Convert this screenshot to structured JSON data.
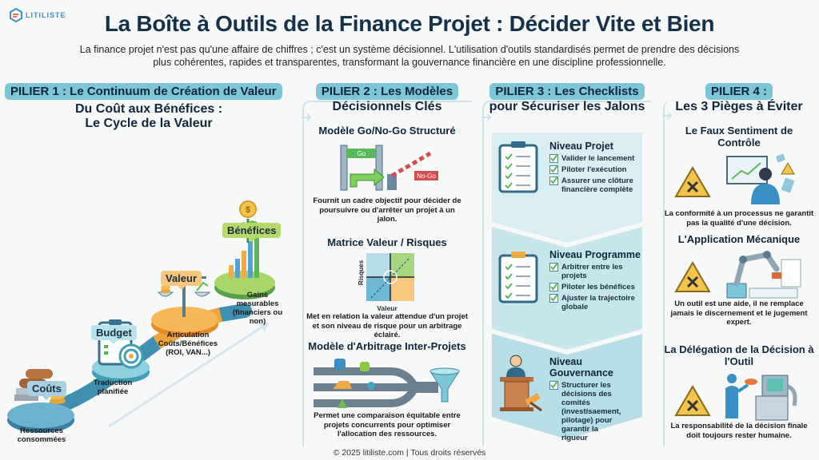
{
  "brand": {
    "logo_text": "LITILISTE",
    "logo_icon": "hexagon-logo-icon"
  },
  "header": {
    "title": "La Boîte à Outils de la Finance Projet : Décider Vite et Bien",
    "subtitle_line1": "La finance projet n'est pas qu'une affaire de chiffres ; c'est un système décisionnel. L'utilisation d'outils standardisés permet de prendre des décisions",
    "subtitle_line2": "plus cohérentes, rapides et transparentes, transformant la gouvernance financière en une discipline professionnelle."
  },
  "colors": {
    "badge": "#7cc6d7",
    "title": "#15324a",
    "frame": "#cde3ec",
    "couts": "#a9cfe0",
    "budget": "#b6e3ec",
    "valeur": "#f7c77d",
    "benefices": "#b5d96b",
    "check_green": "#5bb85a",
    "warning_yellow": "#f3c44b"
  },
  "pillar1": {
    "badge": "PILIER 1 : Le Continuum de Création de Valeur",
    "heading_line1": "Du Coût aux Bénéfices :",
    "heading_line2": "Le Cycle de la Valeur",
    "steps": [
      {
        "bubble": "Coûts",
        "label": "Ressources consommées",
        "icon": "logs-coins-icon"
      },
      {
        "bubble": "Budget",
        "label": "Traduction planifiée",
        "icon": "clipboard-target-icon"
      },
      {
        "bubble": "Valeur",
        "label": "Articulation Coûts/Bénéfices (ROI, VAN...)",
        "icon": "balance-scale-icon"
      },
      {
        "bubble": "Bénéfices",
        "label": "Gains mesurables (financiers ou non)",
        "icon": "money-plant-chart-icon"
      }
    ]
  },
  "pillar2": {
    "badge": "PILIER 2 : Les Modèles",
    "heading": "Décisionnels Clés",
    "models": [
      {
        "title": "Modèle Go/No-Go Structuré",
        "go_label": "Go",
        "nogo_label": "No-Go",
        "description": "Fournit un cadre objectif pour décider de poursuivre ou d'arrêter un projet à un jalon."
      },
      {
        "title": "Matrice Valeur / Risques",
        "y_axis": "Risques",
        "x_axis": "Valeur",
        "description": "Met en relation la valeur attendue d'un projet et son niveau de risque pour un arbitrage éclairé."
      },
      {
        "title": "Modèle d'Arbitrage Inter-Projets",
        "description": "Permet une comparaison équitable entre projets concurrents pour optimiser l'allocation des ressources."
      }
    ]
  },
  "pillar3": {
    "badge": "PILIER 3 : Les Checklists",
    "heading": "pour Sécuriser les Jalons",
    "levels": [
      {
        "title": "Niveau Projet",
        "items": [
          "Valider le lancement",
          "Piloter l'exécution",
          "Assurer une clôture financière complète"
        ]
      },
      {
        "title": "Niveau Programme",
        "items": [
          "Arbitrer entre les projets",
          "Piloter les bénéfices",
          "Ajuster la trajectoire globale"
        ]
      },
      {
        "title": "Niveau Gouvernance",
        "items": [
          "Structurer les décisions des comités (investisaement, pilotage) pour garantir la rigueur"
        ]
      }
    ]
  },
  "pillar4": {
    "badge": "PILIER 4 :",
    "heading": "Les 3 Pièges à Éviter",
    "traps": [
      {
        "title": "Le Faux Sentiment de Contrôle",
        "description": "La conformité à un processus ne garantit pas la qualité d'une décision."
      },
      {
        "title": "L'Application Mécanique",
        "description": "Un outil est une aide, il ne remplace jamais le discernement et le jugement expert."
      },
      {
        "title": "La Délégation de la Décision à l'Outil",
        "description": "La responsabilité de la décision finale doit toujours rester humaine."
      }
    ]
  },
  "footer": {
    "text": "© 2025 litiliste.com | Tous droits réservés"
  }
}
